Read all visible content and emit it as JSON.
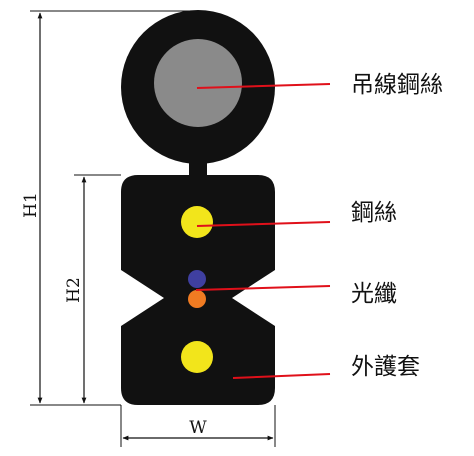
{
  "colors": {
    "background": "#ffffff",
    "jacket": "#111111",
    "messenger_core": "#8a8a8a",
    "steel_wire": "#f2e51b",
    "fiber_blue": "#3f3fa0",
    "fiber_orange": "#f07b22",
    "leader_line": "#e0101a",
    "dimension_line": "#111111"
  },
  "labels": {
    "messenger_wire": "吊線鋼絲",
    "steel_wire": "鋼絲",
    "optical_fiber": "光纖",
    "outer_sheath": "外護套"
  },
  "dimensions": {
    "h1": "H1",
    "h2": "H2",
    "w": "W"
  }
}
